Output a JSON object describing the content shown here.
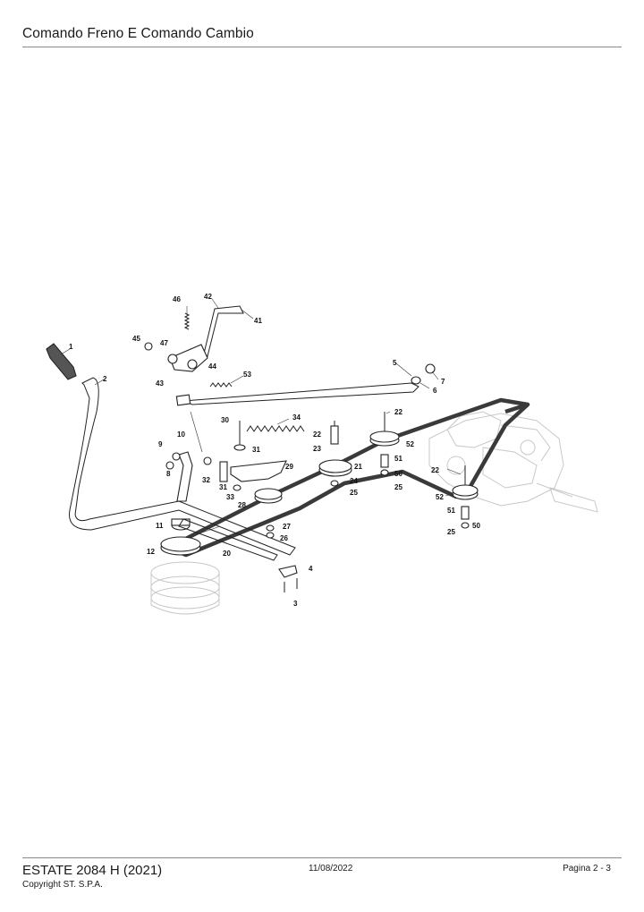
{
  "header": {
    "title": "Comando Freno E Comando Cambio"
  },
  "footer": {
    "model": "ESTATE 2084 H (2021)",
    "copyright": "Copyright ST. S.P.A.",
    "date": "11/08/2022",
    "page": "Pagina 2 - 3"
  },
  "diagram": {
    "callouts": [
      "1",
      "2",
      "3",
      "4",
      "5",
      "6",
      "7",
      "8",
      "9",
      "10",
      "11",
      "12",
      "20",
      "21",
      "22",
      "22",
      "22",
      "23",
      "24",
      "25",
      "25",
      "25",
      "26",
      "27",
      "28",
      "29",
      "30",
      "31",
      "31",
      "32",
      "33",
      "34",
      "41",
      "42",
      "43",
      "44",
      "45",
      "46",
      "47",
      "50",
      "50",
      "51",
      "51",
      "52",
      "52",
      "53"
    ]
  }
}
